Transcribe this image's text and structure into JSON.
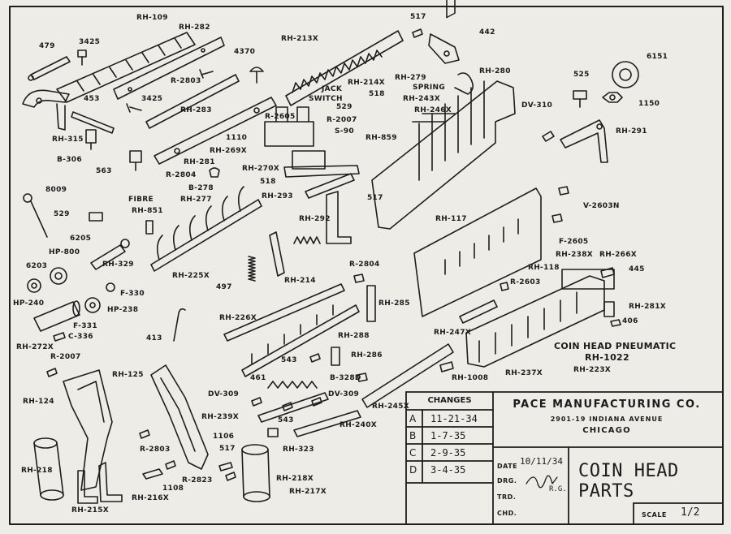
{
  "parts": [
    {
      "id": "p_rh109",
      "text": "RH-109"
    },
    {
      "id": "p_rh282",
      "text": "RH-282"
    },
    {
      "id": "p_479",
      "text": "479"
    },
    {
      "id": "p_3425a",
      "text": "3425"
    },
    {
      "id": "p_4370",
      "text": "4370"
    },
    {
      "id": "p_rh213x",
      "text": "RH-213X"
    },
    {
      "id": "p_517a",
      "text": "517"
    },
    {
      "id": "p_442",
      "text": "442"
    },
    {
      "id": "p_6151",
      "text": "6151"
    },
    {
      "id": "p_453",
      "text": "453"
    },
    {
      "id": "p_3425b",
      "text": "3425"
    },
    {
      "id": "p_r2803a",
      "text": "R-2803"
    },
    {
      "id": "p_rh283",
      "text": "RH-283"
    },
    {
      "id": "p_jack",
      "text": "JACK"
    },
    {
      "id": "p_switch",
      "text": "SWITCH"
    },
    {
      "id": "p_rh214x",
      "text": "RH-214X"
    },
    {
      "id": "p_rh279",
      "text": "RH-279"
    },
    {
      "id": "p_rh280",
      "text": "RH-280"
    },
    {
      "id": "p_spring",
      "text": "SPRING"
    },
    {
      "id": "p_525",
      "text": "525"
    },
    {
      "id": "p_1150",
      "text": "1150"
    },
    {
      "id": "p_518a",
      "text": "518"
    },
    {
      "id": "p_rh243x",
      "text": "RH-243X"
    },
    {
      "id": "p_dv310",
      "text": "DV-310"
    },
    {
      "id": "p_529a",
      "text": "529"
    },
    {
      "id": "p_rh246x",
      "text": "RH-246X"
    },
    {
      "id": "p_rh315",
      "text": "RH-315"
    },
    {
      "id": "p_r2605",
      "text": "R-2605"
    },
    {
      "id": "p_r2007a",
      "text": "R-2007"
    },
    {
      "id": "p_rh291",
      "text": "RH-291"
    },
    {
      "id": "p_b306",
      "text": "B-306"
    },
    {
      "id": "p_1110",
      "text": "1110"
    },
    {
      "id": "p_s90",
      "text": "S-90"
    },
    {
      "id": "p_rh859",
      "text": "RH-859"
    },
    {
      "id": "p_rh269x",
      "text": "RH-269X"
    },
    {
      "id": "p_563",
      "text": "563"
    },
    {
      "id": "p_rh281",
      "text": "RH-281"
    },
    {
      "id": "p_rh270x",
      "text": "RH-270X"
    },
    {
      "id": "p_r2804a",
      "text": "R-2804"
    },
    {
      "id": "p_518b",
      "text": "518"
    },
    {
      "id": "p_b278",
      "text": "B-278"
    },
    {
      "id": "p_8009",
      "text": "8009"
    },
    {
      "id": "p_rh293",
      "text": "RH-293"
    },
    {
      "id": "p_517b",
      "text": "517"
    },
    {
      "id": "p_v2603n",
      "text": "V-2603N"
    },
    {
      "id": "p_fibre",
      "text": "FIBRE"
    },
    {
      "id": "p_rh277",
      "text": "RH-277"
    },
    {
      "id": "p_rh851",
      "text": "RH-851"
    },
    {
      "id": "p_529b",
      "text": "529"
    },
    {
      "id": "p_rh292",
      "text": "RH-292"
    },
    {
      "id": "p_rh117",
      "text": "RH-117"
    },
    {
      "id": "p_6205",
      "text": "6205"
    },
    {
      "id": "p_f2605",
      "text": "F-2605"
    },
    {
      "id": "p_hp800",
      "text": "HP-800"
    },
    {
      "id": "p_rh329",
      "text": "RH-329"
    },
    {
      "id": "p_rh238x",
      "text": "RH-238X"
    },
    {
      "id": "p_rh266x",
      "text": "RH-266X"
    },
    {
      "id": "p_6203",
      "text": "6203"
    },
    {
      "id": "p_r2804b",
      "text": "R-2804"
    },
    {
      "id": "p_rh118",
      "text": "RH-118"
    },
    {
      "id": "p_445",
      "text": "445"
    },
    {
      "id": "p_rh225x",
      "text": "RH-225X"
    },
    {
      "id": "p_rh214",
      "text": "RH-214"
    },
    {
      "id": "p_r2603",
      "text": "R-2603"
    },
    {
      "id": "p_497",
      "text": "497"
    },
    {
      "id": "p_f330",
      "text": "F-330"
    },
    {
      "id": "p_hp240",
      "text": "HP-240"
    },
    {
      "id": "p_hp238",
      "text": "HP-238"
    },
    {
      "id": "p_rh285",
      "text": "RH-285"
    },
    {
      "id": "p_rh281x",
      "text": "RH-281X"
    },
    {
      "id": "p_rh226x",
      "text": "RH-226X"
    },
    {
      "id": "p_406",
      "text": "406"
    },
    {
      "id": "p_f331",
      "text": "F-331"
    },
    {
      "id": "p_c336",
      "text": "C-336"
    },
    {
      "id": "p_413",
      "text": "413"
    },
    {
      "id": "p_rh288",
      "text": "RH-288"
    },
    {
      "id": "p_rh247x",
      "text": "RH-247X"
    },
    {
      "id": "p_rh272x",
      "text": "RH-272X"
    },
    {
      "id": "p_coinpneu",
      "text": "COIN HEAD PNEUMATIC"
    },
    {
      "id": "p_rh1022",
      "text": "RH-1022"
    },
    {
      "id": "p_r2007b",
      "text": "R-2007"
    },
    {
      "id": "p_543a",
      "text": "543"
    },
    {
      "id": "p_rh286",
      "text": "RH-286"
    },
    {
      "id": "p_rh1008",
      "text": "RH-1008"
    },
    {
      "id": "p_rh237x",
      "text": "RH-237X"
    },
    {
      "id": "p_rh223x",
      "text": "RH-223X"
    },
    {
      "id": "p_rh125",
      "text": "RH-125"
    },
    {
      "id": "p_461",
      "text": "461"
    },
    {
      "id": "p_b328d",
      "text": "B-328D"
    },
    {
      "id": "p_rh124",
      "text": "RH-124"
    },
    {
      "id": "p_dv309a",
      "text": "DV-309"
    },
    {
      "id": "p_dv309b",
      "text": "DV-309"
    },
    {
      "id": "p_rh245x",
      "text": "RH-245X"
    },
    {
      "id": "p_rh239x",
      "text": "RH-239X"
    },
    {
      "id": "p_543b",
      "text": "543"
    },
    {
      "id": "p_rh240x",
      "text": "RH-240X"
    },
    {
      "id": "p_1106",
      "text": "1106"
    },
    {
      "id": "p_r2803b",
      "text": "R-2803"
    },
    {
      "id": "p_rh323",
      "text": "RH-323"
    },
    {
      "id": "p_517c",
      "text": "517"
    },
    {
      "id": "p_rh218",
      "text": "RH-218"
    },
    {
      "id": "p_r2823",
      "text": "R-2823"
    },
    {
      "id": "p_rh218x",
      "text": "RH-218X"
    },
    {
      "id": "p_rh217x",
      "text": "RH-217X"
    },
    {
      "id": "p_1108",
      "text": "1108"
    },
    {
      "id": "p_rh216x",
      "text": "RH-216X"
    },
    {
      "id": "p_rh215x",
      "text": "RH-215X"
    }
  ],
  "changes": {
    "header": "CHANGES",
    "rows": [
      {
        "letter": "A",
        "date": "11-21-34"
      },
      {
        "letter": "B",
        "date": "1-7-35"
      },
      {
        "letter": "C",
        "date": "2-9-35"
      },
      {
        "letter": "D",
        "date": "3-4-35"
      }
    ]
  },
  "company": {
    "name": "PACE MANUFACTURING CO.",
    "address": "2901-19 INDIANA AVENUE",
    "city": "CHICAGO"
  },
  "title_block": {
    "date_label": "DATE",
    "date_value": "10/11/34",
    "drg_label": "DRG.",
    "drg_value": "R.G.",
    "trd_label": "TRD.",
    "chd_label": "CHD.",
    "title": "COIN HEAD PARTS",
    "scale_label": "SCALE",
    "scale_value": "1/2"
  }
}
